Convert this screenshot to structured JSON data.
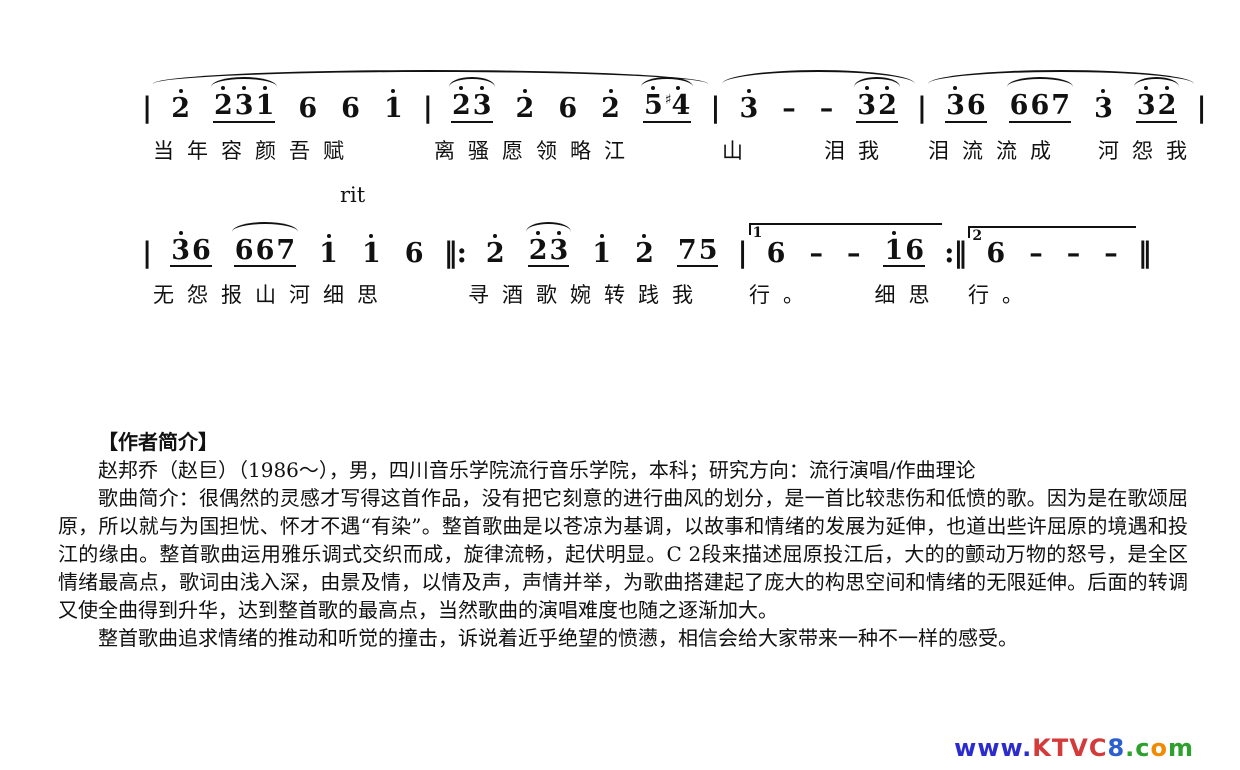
{
  "score": {
    "lines": [
      {
        "tempo_mark": "",
        "barlines": [
          "|",
          "|",
          "|",
          "|",
          "|"
        ],
        "measures": [
          {
            "cells": [
              {
                "notes": [
                  {
                    "n": "2",
                    "oct": 1
                  }
                ]
              },
              {
                "slur": true,
                "underline": true,
                "notes": [
                  {
                    "n": "2",
                    "oct": 1
                  },
                  {
                    "n": "3",
                    "oct": 1
                  },
                  {
                    "n": "1",
                    "oct": 1
                  }
                ]
              },
              {
                "notes": [
                  {
                    "n": "6"
                  }
                ]
              },
              {
                "notes": [
                  {
                    "n": "6"
                  }
                ]
              },
              {
                "notes": [
                  {
                    "n": "1",
                    "oct": 1
                  }
                ]
              }
            ]
          },
          {
            "cells": [
              {
                "slur": true,
                "underline": true,
                "notes": [
                  {
                    "n": "2",
                    "oct": 1
                  },
                  {
                    "n": "3",
                    "oct": 1
                  }
                ]
              },
              {
                "notes": [
                  {
                    "n": "2",
                    "oct": 1
                  }
                ]
              },
              {
                "notes": [
                  {
                    "n": "6"
                  }
                ]
              },
              {
                "notes": [
                  {
                    "n": "2",
                    "oct": 1
                  }
                ]
              },
              {
                "slur": true,
                "underline": true,
                "notes": [
                  {
                    "n": "5",
                    "oct": 1
                  },
                  {
                    "n": "4",
                    "oct": 1,
                    "sharp": true
                  }
                ]
              }
            ]
          },
          {
            "cells": [
              {
                "notes": [
                  {
                    "n": "3",
                    "oct": 1
                  }
                ]
              },
              {
                "notes": [
                  {
                    "n": "–"
                  }
                ]
              },
              {
                "notes": [
                  {
                    "n": "–"
                  }
                ]
              },
              {
                "slur": true,
                "underline": true,
                "notes": [
                  {
                    "n": "3",
                    "oct": 1
                  },
                  {
                    "n": "2",
                    "oct": 1
                  }
                ]
              }
            ]
          },
          {
            "cells": [
              {
                "underline": true,
                "notes": [
                  {
                    "n": "3",
                    "oct": 1
                  },
                  {
                    "n": "6"
                  }
                ]
              },
              {
                "slur": true,
                "underline": true,
                "notes": [
                  {
                    "n": "6"
                  },
                  {
                    "n": "6"
                  },
                  {
                    "n": "7"
                  }
                ]
              },
              {
                "notes": [
                  {
                    "n": "3",
                    "oct": 1
                  }
                ]
              },
              {
                "slur": true,
                "underline": true,
                "notes": [
                  {
                    "n": "3",
                    "oct": 1
                  },
                  {
                    "n": "2",
                    "oct": 1
                  }
                ]
              }
            ]
          }
        ],
        "lyric_segments": [
          "当年容颜吾赋",
          "离骚愿领略江",
          "山　　泪我",
          "泪流流成　河怨我"
        ],
        "phrases": [
          {
            "from": 0,
            "to": 1
          },
          {
            "from": 2,
            "to": 2
          },
          {
            "from": 3,
            "to": 3
          }
        ]
      },
      {
        "tempo_mark": "rit",
        "barlines": [
          "|",
          "‖:",
          "|",
          ":‖",
          "‖"
        ],
        "measures": [
          {
            "cells": [
              {
                "underline": true,
                "notes": [
                  {
                    "n": "3",
                    "oct": 1
                  },
                  {
                    "n": "6"
                  }
                ]
              },
              {
                "slur": true,
                "underline": true,
                "notes": [
                  {
                    "n": "6"
                  },
                  {
                    "n": "6"
                  },
                  {
                    "n": "7"
                  }
                ]
              },
              {
                "notes": [
                  {
                    "n": "1",
                    "oct": 1
                  }
                ]
              },
              {
                "notes": [
                  {
                    "n": "1",
                    "oct": 1
                  }
                ]
              },
              {
                "notes": [
                  {
                    "n": "6"
                  }
                ]
              }
            ]
          },
          {
            "cells": [
              {
                "notes": [
                  {
                    "n": "2",
                    "oct": 1
                  }
                ]
              },
              {
                "slur": true,
                "underline": true,
                "notes": [
                  {
                    "n": "2",
                    "oct": 1
                  },
                  {
                    "n": "3",
                    "oct": 1
                  }
                ]
              },
              {
                "notes": [
                  {
                    "n": "1",
                    "oct": 1
                  }
                ]
              },
              {
                "notes": [
                  {
                    "n": "2",
                    "oct": 1
                  }
                ]
              },
              {
                "underline": true,
                "notes": [
                  {
                    "n": "7"
                  },
                  {
                    "n": "5"
                  }
                ]
              }
            ]
          },
          {
            "volta": "1",
            "cells": [
              {
                "notes": [
                  {
                    "n": "6"
                  }
                ]
              },
              {
                "notes": [
                  {
                    "n": "–"
                  }
                ]
              },
              {
                "notes": [
                  {
                    "n": "–"
                  }
                ]
              },
              {
                "underline": true,
                "notes": [
                  {
                    "n": "1",
                    "oct": 1
                  },
                  {
                    "n": "6"
                  }
                ]
              }
            ]
          },
          {
            "volta": "2",
            "cells": [
              {
                "notes": [
                  {
                    "n": "6"
                  }
                ]
              },
              {
                "notes": [
                  {
                    "n": "–"
                  }
                ]
              },
              {
                "notes": [
                  {
                    "n": "–"
                  }
                ]
              },
              {
                "notes": [
                  {
                    "n": "–"
                  }
                ]
              }
            ]
          }
        ],
        "lyric_segments": [
          "无怨报山河细思",
          "寻酒歌婉转践我",
          "行。　　细思",
          "行。"
        ],
        "phrases": []
      }
    ]
  },
  "bio": {
    "heading": "【作者简介】",
    "author": "赵邦乔（赵巨）（1986～），男，四川音乐学院流行音乐学院，本科；研究方向：流行演唱/作曲理论",
    "intro": "歌曲简介：很偶然的灵感才写得这首作品，没有把它刻意的进行曲风的划分，是一首比较悲伤和低愤的歌。因为是在歌颂屈原，所以就与为国担忧、怀才不遇“有染”。整首歌曲是以苍凉为基调，以故事和情绪的发展为延伸，也道出些许屈原的境遇和投江的缘由。整首歌曲运用雅乐调式交织而成，旋律流畅，起伏明显。C 2段来描述屈原投江后，大的的颤动万物的怒号，是全区情绪最高点，歌词由浅入深，由景及情，以情及声，声情并举，为歌曲搭建起了庞大的构思空间和情绪的无限延伸。后面的转调又使全曲得到升华，达到整首歌的最高点，当然歌曲的演唱难度也随之逐渐加大。",
    "closing": "整首歌曲追求情绪的推动和听觉的撞击，诉说着近乎绝望的愤懑，相信会给大家带来一种不一样的感受。"
  },
  "watermark": {
    "text": "www.KTVC8.com",
    "segments": [
      {
        "text": "www.",
        "color": "#2b2bcf"
      },
      {
        "text": "KTVC",
        "color": "#d33a3a"
      },
      {
        "text": "8",
        "color": "#2b5fcf"
      },
      {
        "text": ".c",
        "color": "#2da02d"
      },
      {
        "text": "o",
        "color": "#ef8b00"
      },
      {
        "text": "m",
        "color": "#2da02d"
      }
    ]
  }
}
